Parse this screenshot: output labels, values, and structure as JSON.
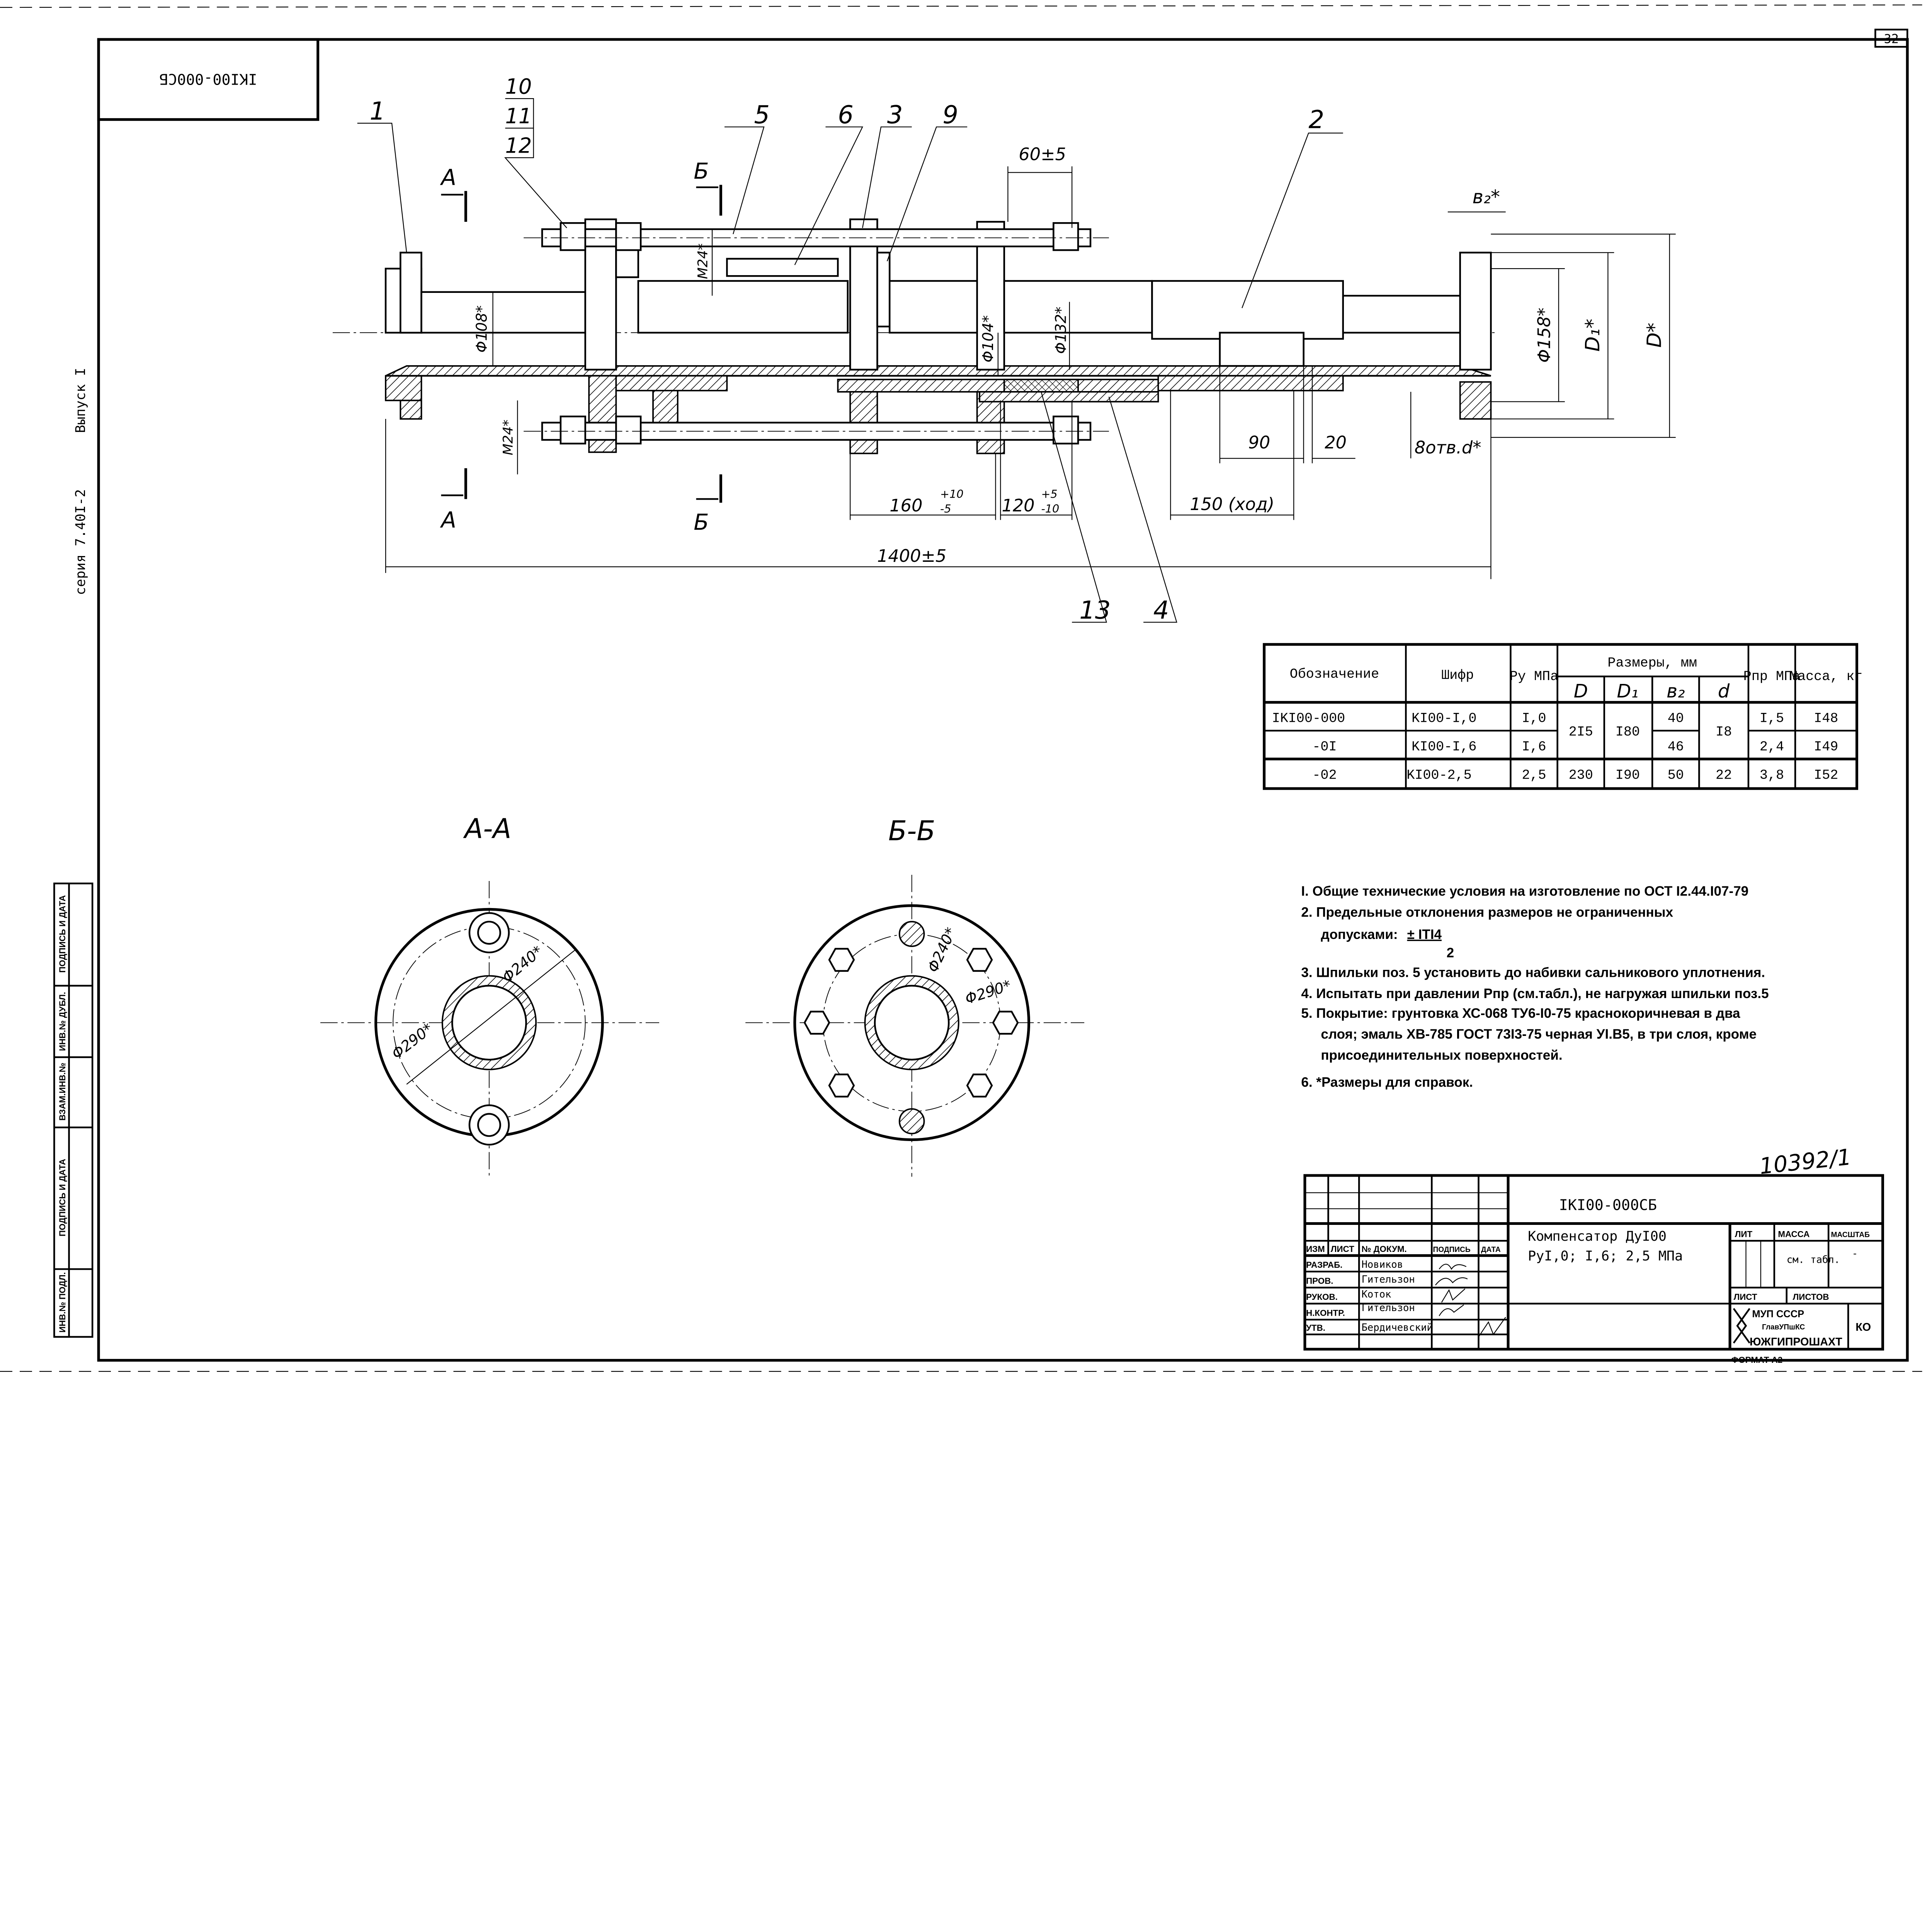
{
  "sheet": {
    "number": "32",
    "rotated_code": "IKI00-000CБ",
    "series": "серия 7.40I-2",
    "issue": "Выпуск I",
    "archive_number": "10392/1",
    "format": "ФОРМАТ А2"
  },
  "margin_stamp": [
    "ИНВ.№ ПОДЛ.",
    "ПОДПИСЬ И ДАТА",
    "ВЗАМ.ИНВ.№",
    "ИНВ.№ ДУБЛ.",
    "ПОДПИСЬ И ДАТА"
  ],
  "drawing": {
    "position_labels": [
      "1",
      "10",
      "11",
      "12",
      "5",
      "6",
      "3",
      "9",
      "2",
      "13",
      "4"
    ],
    "section_marks": {
      "a": "А",
      "b": "Б"
    },
    "dimensions": {
      "overall": "1400±5",
      "d1": "60±5",
      "d2_main": "160",
      "d2_upper": "+10",
      "d2_lower": "-5",
      "d3_main": "120",
      "d3_upper": "+5",
      "d3_lower": "-10",
      "stroke": "150 (ход)",
      "d90": "90",
      "d20": "20",
      "b2": "в₂*",
      "phi108": "Φ108*",
      "phi104": "Φ104*",
      "phi132": "Φ132*",
      "phi158": "Φ158*",
      "D1": "D₁*",
      "D": "D*",
      "m24_top": "M24*",
      "m24_bottom": "M24*",
      "holes": "8отв.d*"
    }
  },
  "sections": {
    "aa": {
      "title": "А-А",
      "phi_outer": "Φ290*",
      "phi_inner": "Φ240*"
    },
    "bb": {
      "title": "Б-Б",
      "phi_outer": "Φ290*",
      "phi_inner": "Φ240*"
    }
  },
  "table": {
    "headers": {
      "designation": "Обозначение",
      "code": "Шифр",
      "py": "Ру МПа",
      "sizes": "Размеры, мм",
      "D": "D",
      "D1": "D₁",
      "b2": "в₂",
      "d": "d",
      "ppr": "Рпр МПа",
      "mass": "Масса, кг"
    },
    "rows": [
      {
        "designation": "IKI00-000",
        "code": "KI00-I,0",
        "py": "I,0",
        "D": "2I5",
        "D1": "I80",
        "b2": "40",
        "d": "I8",
        "ppr": "I,5",
        "mass": "I48"
      },
      {
        "designation": "-0I",
        "code": "KI00-I,6",
        "py": "I,6",
        "D": "2I5",
        "D1": "I80",
        "b2": "46",
        "d": "I8",
        "ppr": "2,4",
        "mass": "I49"
      },
      {
        "designation": "-02",
        "code": "KI00-2,5",
        "py": "2,5",
        "D": "230",
        "D1": "I90",
        "b2": "50",
        "d": "22",
        "ppr": "3,8",
        "mass": "I52"
      }
    ]
  },
  "notes": [
    "I. Общие технические условия на изготовление по ОСТ I2.44.I07-79",
    "2. Предельные отклонения размеров не ограниченных",
    "допусками:",
    "± IТI4",
    "2",
    "3. Шпильки поз. 5 установить до набивки сальникового уплотнения.",
    "4. Испытать при давлении Рпр (см.табл.), не нагружая шпильки поз.5",
    "5. Покрытие:  грунтовка ХС-068 ТУ6-I0-75 краснокоричневая в два",
    "слоя; эмаль ХВ-785 ГОСТ 73I3-75 черная УI.В5, в три слоя, кроме",
    "присоединительных поверхностей.",
    "6. *Размеры для справок."
  ],
  "title_block": {
    "code": "IKI00-000CБ",
    "name_line1": "Компенсатор ДуI00",
    "name_line2": "РуI,0; I,6; 2,5 МПа",
    "col_headers": [
      "ИЗМ",
      "ЛИСТ",
      "№ ДОКУМ.",
      "ПОДПИСЬ",
      "ДАТА"
    ],
    "roles": [
      {
        "role": "РАЗРАБ.",
        "name": "Новиков"
      },
      {
        "role": "ПРОВ.",
        "name": "Гительзон"
      },
      {
        "role": "РУКОВ.",
        "name": "Коток"
      },
      {
        "role": "Н.КОНТР.",
        "name": "Гительзон"
      },
      {
        "role": "УТВ.",
        "name": "Бердичевский"
      }
    ],
    "lit": "ЛИТ",
    "mass": "МАССА",
    "scale": "МАСШТАБ",
    "mass_value": "см. табл.",
    "scale_value": "-",
    "sheet": "ЛИСТ",
    "sheets": "ЛИСТОВ",
    "org_line1": "МУП СССР",
    "org_line2": "ГлавУПшКС",
    "org_line3": "ЮЖГИПРОШАХТ",
    "org_code": "КО"
  }
}
